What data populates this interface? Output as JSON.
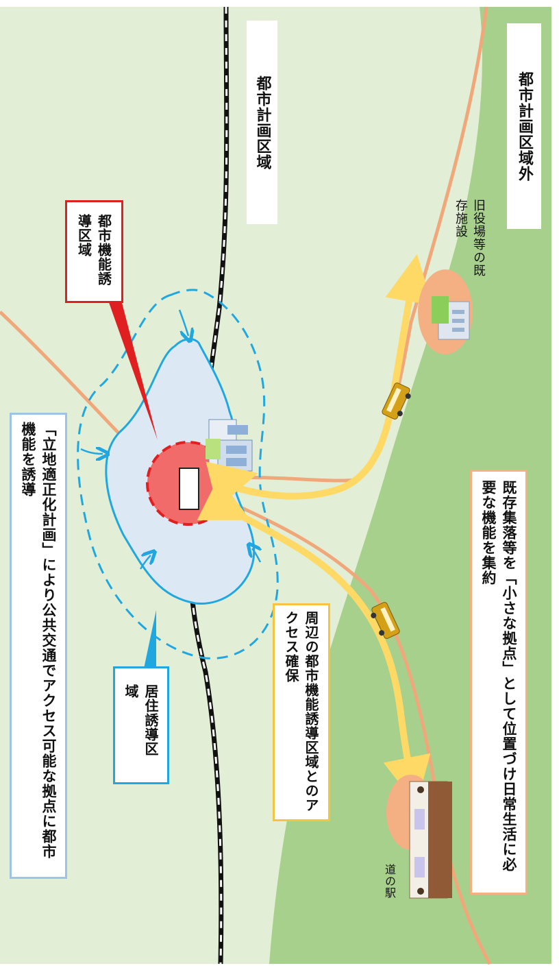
{
  "labels": {
    "city_planning_area": "都市計画区域",
    "outside_planning_area": "都市計画区域外",
    "urban_function_zone": "都市機能誘導区域",
    "old_facilities": "旧役場等の既存施設",
    "residential_zone": "居住誘導区域",
    "michi_no_eki": "道の駅",
    "small_base_note": "既存集落等を「小さな拠点」として位置づけ日常生活に必要な機能を集約",
    "access_note": "周辺の都市機能誘導区域とのアクセス確保",
    "plan_note": "「立地適正化計画」により公共交通でアクセス可能な拠点に都市機能を誘導"
  },
  "colors": {
    "light_green": "#e3eed7",
    "dark_green": "#a8d08d",
    "road": "#f0a77a",
    "arrow": "#ffd966",
    "residential_line": "#21a7e0",
    "residential_fill": "#dce9f5",
    "urban_zone": "#f26b6b",
    "urban_border": "#e02020",
    "access_border": "#f5c542",
    "plan_border": "#9ec3e6"
  }
}
